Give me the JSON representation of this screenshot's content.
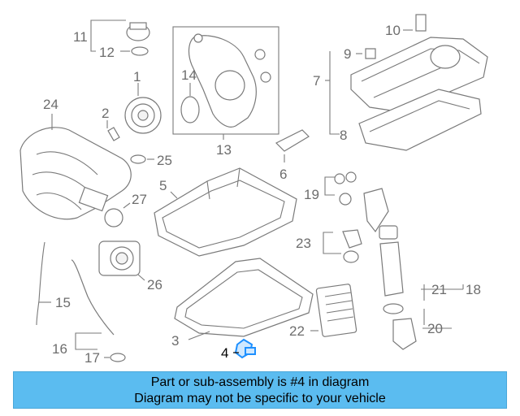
{
  "diagram": {
    "callouts": [
      {
        "id": "c1",
        "text": "1"
      },
      {
        "id": "c2",
        "text": "2"
      },
      {
        "id": "c3",
        "text": "3"
      },
      {
        "id": "c4",
        "text": "4"
      },
      {
        "id": "c5",
        "text": "5"
      },
      {
        "id": "c6",
        "text": "6"
      },
      {
        "id": "c7",
        "text": "7"
      },
      {
        "id": "c8",
        "text": "8"
      },
      {
        "id": "c9",
        "text": "9"
      },
      {
        "id": "c10",
        "text": "10"
      },
      {
        "id": "c11",
        "text": "11"
      },
      {
        "id": "c12",
        "text": "12"
      },
      {
        "id": "c13",
        "text": "13"
      },
      {
        "id": "c14",
        "text": "14"
      },
      {
        "id": "c15",
        "text": "15"
      },
      {
        "id": "c16",
        "text": "16"
      },
      {
        "id": "c17",
        "text": "17"
      },
      {
        "id": "c18",
        "text": "18"
      },
      {
        "id": "c19",
        "text": "19"
      },
      {
        "id": "c20",
        "text": "20"
      },
      {
        "id": "c21",
        "text": "21"
      },
      {
        "id": "c22",
        "text": "22"
      },
      {
        "id": "c23",
        "text": "23"
      },
      {
        "id": "c24",
        "text": "24"
      },
      {
        "id": "c25",
        "text": "25"
      },
      {
        "id": "c26",
        "text": "26"
      },
      {
        "id": "c27",
        "text": "27"
      }
    ],
    "highlighted_part": "4",
    "highlight_color": "#1e90ff"
  },
  "banner": {
    "line1": "Part or sub-assembly is #4 in diagram",
    "line2": "Diagram may not be specific to your vehicle",
    "background": "#5bbcf0"
  }
}
